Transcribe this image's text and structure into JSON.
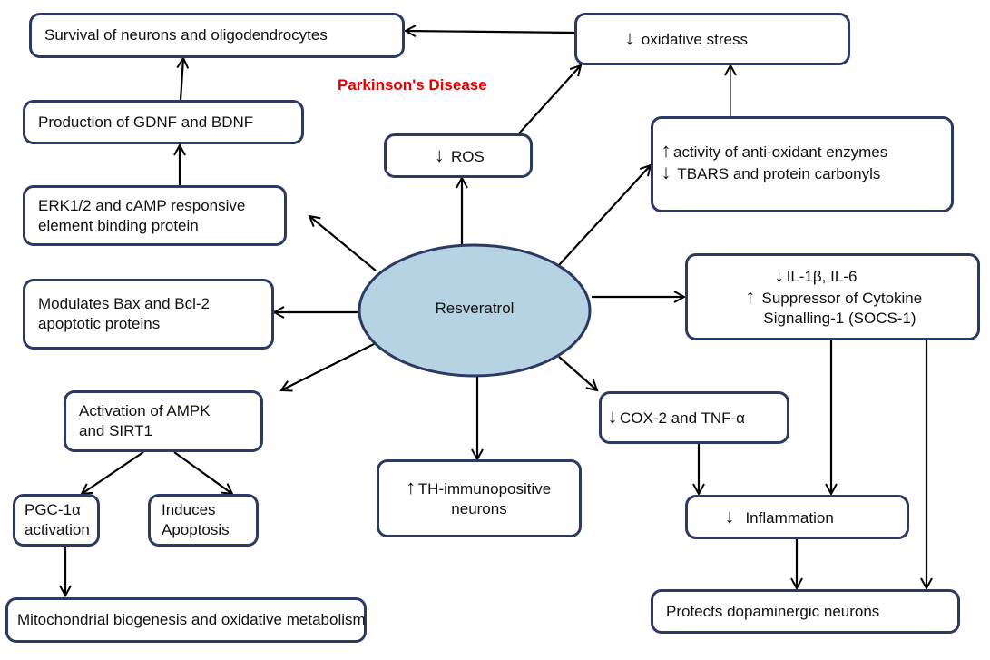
{
  "title": "Parkinson's Disease",
  "center": {
    "label": "Resveratrol",
    "fill": "#b6d3e3",
    "stroke": "#2c3a63"
  },
  "colors": {
    "box_border": "#2c3a63",
    "arrow": "#000000",
    "title": "#e00000"
  },
  "arrows": {
    "down": "↓",
    "up": "↑"
  },
  "nodes": {
    "survival": {
      "lines": [
        "Survival of neurons and oligodendrocytes"
      ]
    },
    "gdnf": {
      "lines": [
        "Production of GDNF and BDNF"
      ]
    },
    "erk": {
      "lines": [
        "ERK1/2 and cAMP responsive",
        "element binding protein"
      ]
    },
    "bax": {
      "lines": [
        "Modulates Bax and Bcl-2",
        "apoptotic proteins"
      ]
    },
    "ampk": {
      "lines": [
        "Activation of AMPK",
        "and SIRT1"
      ]
    },
    "pgc": {
      "lines": [
        "PGC-1α",
        "activation"
      ]
    },
    "apoptosis": {
      "lines": [
        "Induces",
        "Apoptosis"
      ]
    },
    "mito": {
      "lines": [
        "Mitochondrial biogenesis and oxidative metabolism"
      ]
    },
    "ros": {
      "arrow": "down",
      "text": "ROS"
    },
    "oxstress": {
      "arrow": "down",
      "text": "oxidative stress"
    },
    "antiox": {
      "line1_arrow": "up",
      "line1": "activity of anti-oxidant enzymes",
      "line2_arrow": "down",
      "line2": "TBARS and protein carbonyls"
    },
    "cytokine": {
      "line1_arrow": "down",
      "line1": "IL-1β, IL-6",
      "line2_arrow": "up",
      "line2": "Suppressor of  Cytokine",
      "line3": "Signalling-1 (SOCS-1)"
    },
    "cox": {
      "arrow": "down",
      "text": "COX-2 and TNF-α"
    },
    "th": {
      "arrow": "up",
      "line1": "TH-immunopositive",
      "line2": "neurons"
    },
    "inflammation": {
      "arrow": "down",
      "text": "Inflammation"
    },
    "protects": {
      "lines": [
        "Protects dopaminergic neurons"
      ]
    }
  }
}
